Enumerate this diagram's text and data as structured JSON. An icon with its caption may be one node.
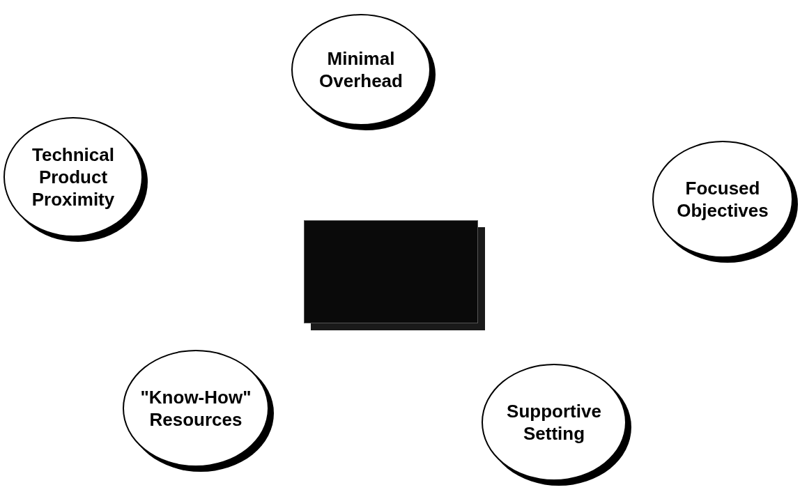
{
  "diagram": {
    "nodes": [
      {
        "text": [
          "Minimal Overhead"
        ]
      },
      {
        "text": [
          "Technical Product Proximity"
        ]
      },
      {
        "text": [
          "Focused Objectives"
        ]
      },
      {
        "text": [],
        "shape": "box"
      },
      {
        "text": [
          "\"Know-How\" Resources"
        ]
      },
      {
        "text": [
          "Supportive Setting"
        ]
      }
    ]
  }
}
